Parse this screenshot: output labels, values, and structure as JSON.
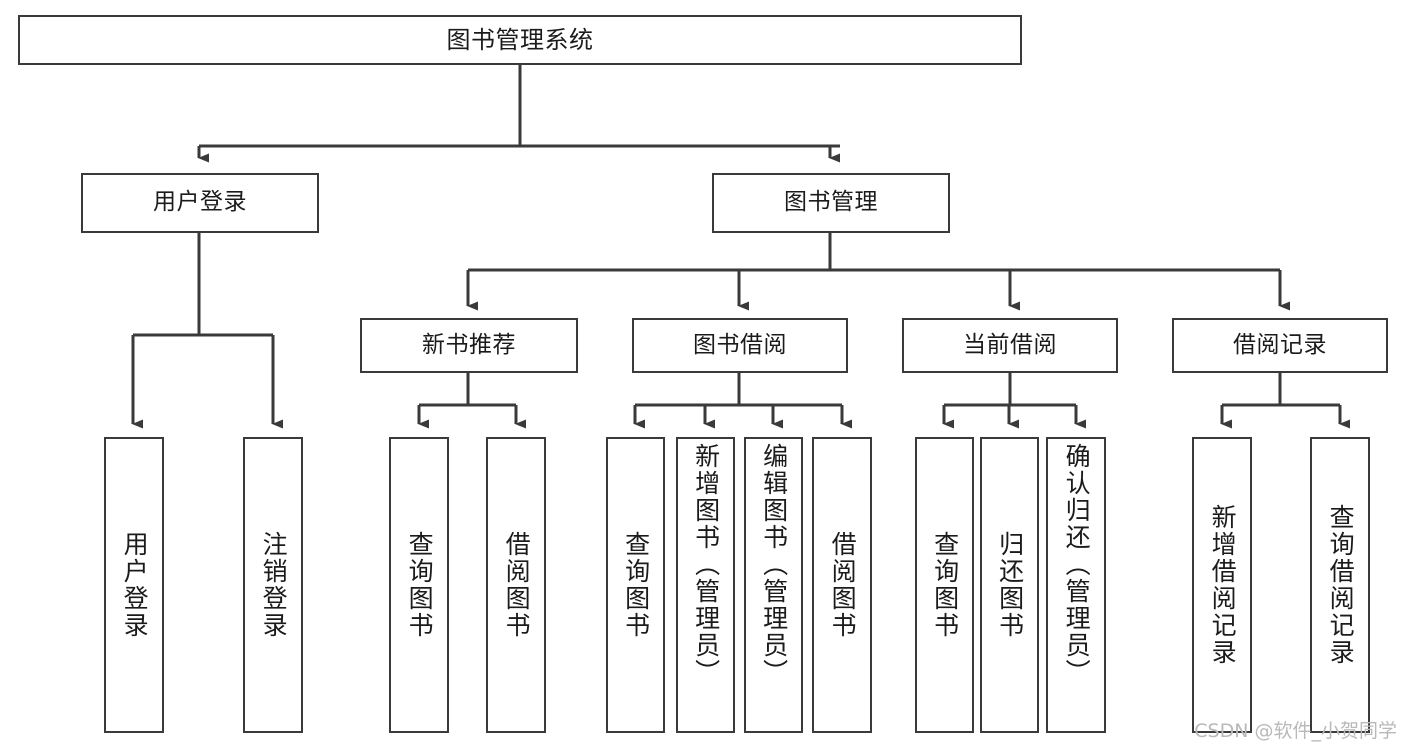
{
  "diagram": {
    "title": "图书管理系统",
    "type": "tree-hierarchy-chart",
    "watermark": "CSDN @软件_小贺同学",
    "stroke_color": "#3a3a3a",
    "fill_color": "#ffffff",
    "text_color": "#1b1b1b"
  },
  "nodes": {
    "root": {
      "label": "图书管理系统"
    },
    "level2": [
      {
        "label": "用户登录"
      },
      {
        "label": "图书管理"
      }
    ],
    "level3": [
      {
        "label": "新书推荐"
      },
      {
        "label": "图书借阅"
      },
      {
        "label": "当前借阅"
      },
      {
        "label": "借阅记录"
      }
    ],
    "leaves": {
      "user_login": [
        {
          "label": "用户登录"
        },
        {
          "label": "注销登录"
        }
      ],
      "new_book_recommend": [
        {
          "label": "查询图书"
        },
        {
          "label": "借阅图书"
        }
      ],
      "book_borrow": [
        {
          "label": "查询图书"
        },
        {
          "label": "新增图书（管理员）"
        },
        {
          "label": "编辑图书（管理员）"
        },
        {
          "label": "借阅图书"
        }
      ],
      "current_borrow": [
        {
          "label": "查询图书"
        },
        {
          "label": "归还图书"
        },
        {
          "label": "确认归还（管理员）"
        }
      ],
      "borrow_record": [
        {
          "label": "新增借阅记录"
        },
        {
          "label": "查询借阅记录"
        }
      ]
    }
  }
}
